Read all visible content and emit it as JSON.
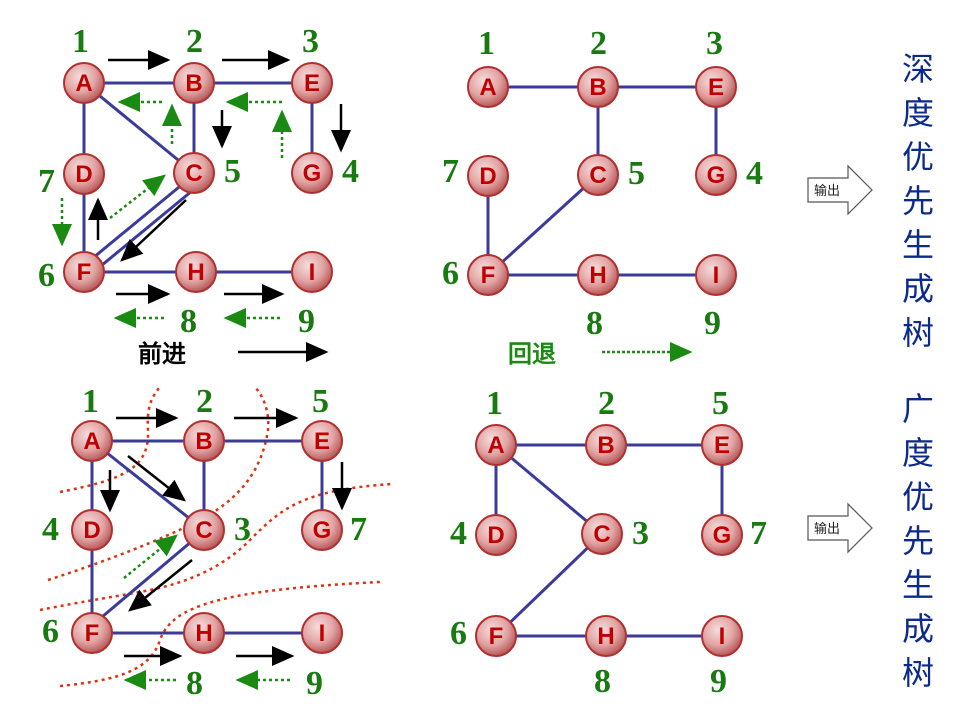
{
  "colors": {
    "edge": "#3b3b9a",
    "node_fill": "#d98a8a",
    "node_stroke": "#b03030",
    "letter": "#c00000",
    "number": "#1a7a12",
    "forward_arrow": "#000000",
    "back_arrow": "#1a8a12",
    "cut_line": "#e03010",
    "title": "#0b2a8a"
  },
  "legend": {
    "forward": "前进",
    "backtrack": "回退"
  },
  "output_label": "输出",
  "titles": {
    "dfs": [
      "深",
      "度",
      "优",
      "先",
      "生",
      "成",
      "树"
    ],
    "bfs": [
      "广",
      "度",
      "优",
      "先",
      "生",
      "成",
      "树"
    ]
  },
  "graphs": {
    "dfs_graph": {
      "nodes": [
        {
          "id": "A",
          "order": "1"
        },
        {
          "id": "B",
          "order": "2"
        },
        {
          "id": "E",
          "order": "3"
        },
        {
          "id": "D",
          "order": "7"
        },
        {
          "id": "C",
          "order": "5"
        },
        {
          "id": "G",
          "order": "4"
        },
        {
          "id": "F",
          "order": "6"
        },
        {
          "id": "H",
          "order": "8"
        },
        {
          "id": "I",
          "order": "9"
        }
      ]
    },
    "dfs_tree": {
      "nodes": [
        {
          "id": "A",
          "order": "1"
        },
        {
          "id": "B",
          "order": "2"
        },
        {
          "id": "E",
          "order": "3"
        },
        {
          "id": "D",
          "order": "7"
        },
        {
          "id": "C",
          "order": "5"
        },
        {
          "id": "G",
          "order": "4"
        },
        {
          "id": "F",
          "order": "6"
        },
        {
          "id": "H",
          "order": "8"
        },
        {
          "id": "I",
          "order": "9"
        }
      ]
    },
    "bfs_graph": {
      "nodes": [
        {
          "id": "A",
          "order": "1"
        },
        {
          "id": "B",
          "order": "2"
        },
        {
          "id": "E",
          "order": "5"
        },
        {
          "id": "D",
          "order": "4"
        },
        {
          "id": "C",
          "order": "3"
        },
        {
          "id": "G",
          "order": "7"
        },
        {
          "id": "F",
          "order": "6"
        },
        {
          "id": "H",
          "order": "8"
        },
        {
          "id": "I",
          "order": "9"
        }
      ]
    },
    "bfs_tree": {
      "nodes": [
        {
          "id": "A",
          "order": "1"
        },
        {
          "id": "B",
          "order": "2"
        },
        {
          "id": "E",
          "order": "5"
        },
        {
          "id": "D",
          "order": "4"
        },
        {
          "id": "C",
          "order": "3"
        },
        {
          "id": "G",
          "order": "7"
        },
        {
          "id": "F",
          "order": "6"
        },
        {
          "id": "H",
          "order": "8"
        },
        {
          "id": "I",
          "order": "9"
        }
      ]
    }
  }
}
